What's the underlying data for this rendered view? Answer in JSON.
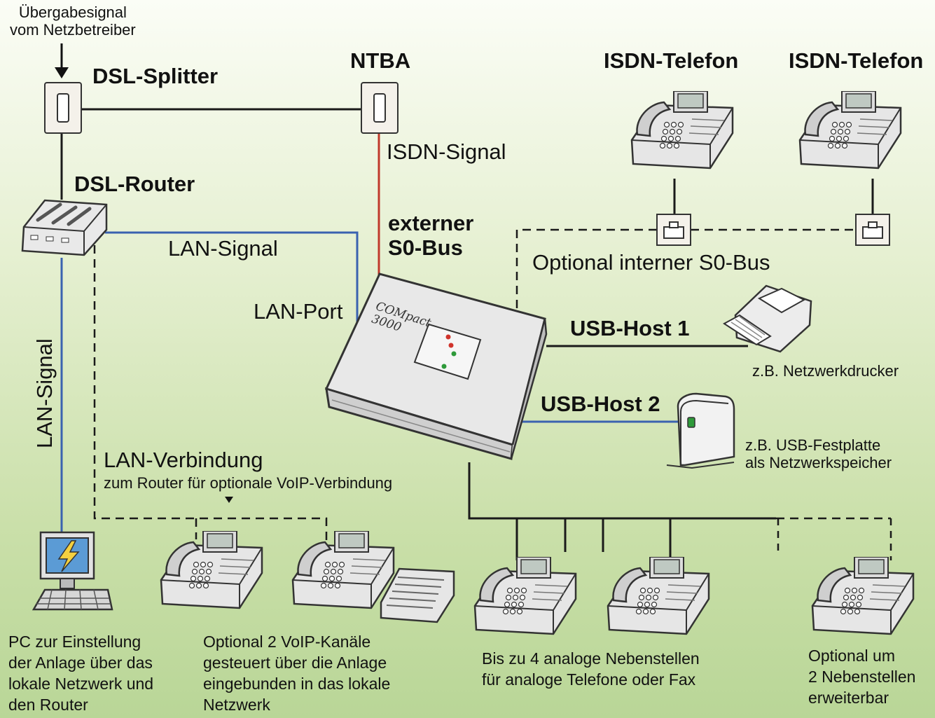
{
  "labels": {
    "handover_signal": "Übergabesignal\nvom Netzbetreiber",
    "dsl_splitter": "DSL-Splitter",
    "ntba": "NTBA",
    "isdn_phone_1": "ISDN-Telefon",
    "isdn_phone_2": "ISDN-Telefon",
    "isdn_signal": "ISDN-Signal",
    "dsl_router": "DSL-Router",
    "external_bus": "externer\nS0-Bus",
    "lan_signal_h": "LAN-Signal",
    "lan_port": "LAN-Port",
    "optional_s0": "Optional interner S0-Bus",
    "usb_host_1": "USB-Host 1",
    "printer_note": "z.B. Netzwerkdrucker",
    "usb_host_2": "USB-Host 2",
    "storage_note": "z.B. USB-Festplatte\nals Netzwerkspeicher",
    "lan_signal_v": "LAN-Signal",
    "lan_connection": "LAN-Verbindung",
    "lan_connection_sub": "zum Router für optionale VoIP-Verbindung",
    "pc_note": "PC zur Einstellung\nder Anlage über das\nlokale Netzwerk und\nden Router",
    "voip_note": "Optional 2 VoIP-Kanäle\ngesteuert über die Anlage\neingebunden in das lokale\nNetzwerk",
    "analog_note": "Bis zu 4 analoge Nebenstellen\nfür analoge Telefone oder Fax",
    "extension_note": "Optional um\n2 Nebenstellen\nerweiterbar",
    "device_brand": "COMpact\n3000"
  },
  "colors": {
    "wire": "#1a1a1a",
    "isdn_wire": "#c0392b",
    "lan_wire": "#3a62b0",
    "led_red": "#d0342c",
    "led_green": "#2e9a3a"
  }
}
